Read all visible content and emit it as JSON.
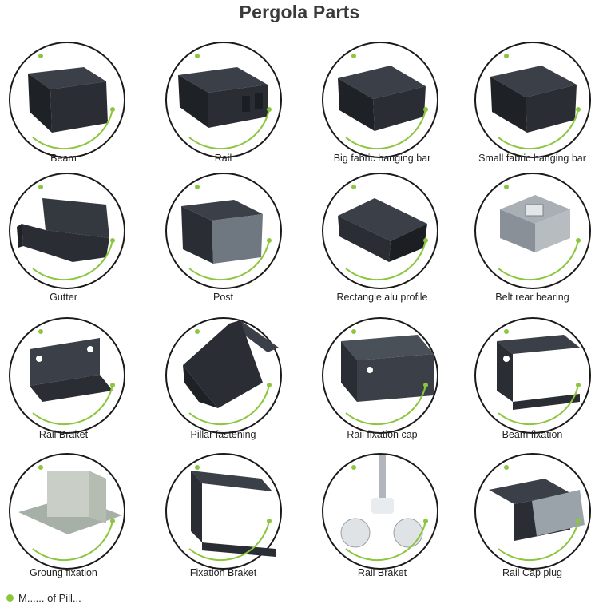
{
  "title": "Pergola Parts",
  "colors": {
    "accent": "#8cc63f",
    "outline": "#1a1a1a"
  },
  "parts": [
    {
      "label": "Beam"
    },
    {
      "label": "Rail"
    },
    {
      "label": "Big fabric hanging bar"
    },
    {
      "label": "Small fabric hanging bar"
    },
    {
      "label": "Gutter"
    },
    {
      "label": "Post"
    },
    {
      "label": "Rectangle alu profile"
    },
    {
      "label": "Belt rear bearing"
    },
    {
      "label": "Rail Braket"
    },
    {
      "label": "Pillar fastening"
    },
    {
      "label": "Rail flxation cap"
    },
    {
      "label": "Beam flxation"
    },
    {
      "label": "Groung fixation"
    },
    {
      "label": "Fixation Braket"
    },
    {
      "label": "Rail Braket"
    },
    {
      "label": "Rail Cap plug"
    }
  ],
  "footer": {
    "text": "M...... of Pill..."
  }
}
